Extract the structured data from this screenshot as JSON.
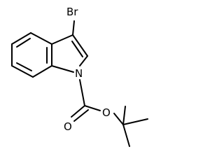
{
  "structure": {
    "atoms": {
      "bromine": "Br",
      "nitrogen": "N",
      "carbonyl_oxygen": "O",
      "ester_oxygen": "O"
    }
  }
}
